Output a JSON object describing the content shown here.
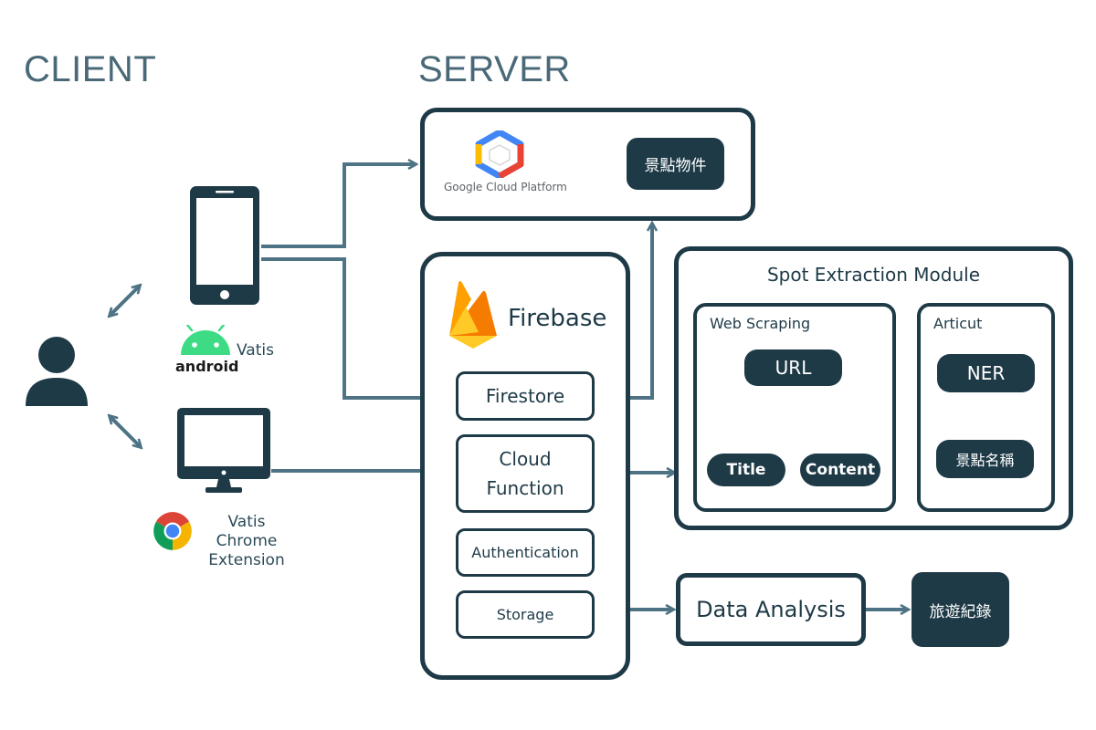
{
  "headers": {
    "client": "CLIENT",
    "server": "SERVER"
  },
  "client": {
    "android_app_label": "Vatis",
    "android_logo_text": "android",
    "chrome_extension_label": "Vatis Chrome\nExtension"
  },
  "gcp": {
    "logo_text": "Google Cloud Platform",
    "output_label": "景點物件"
  },
  "firebase": {
    "title": "Firebase",
    "services": [
      "Firestore",
      "Cloud\nFunction",
      "Authentication",
      "Storage"
    ]
  },
  "spot_module": {
    "title": "Spot Extraction Module",
    "web_scraping": {
      "title": "Web Scraping",
      "url": "URL",
      "outputs": [
        "Title",
        "Content"
      ]
    },
    "articut": {
      "title": "Articut",
      "ner": "NER",
      "output": "景點名稱"
    }
  },
  "data_analysis": {
    "label": "Data Analysis",
    "output": "旅遊紀錄"
  },
  "colors": {
    "dark": "#1e3a47",
    "arrow": "#4e7384",
    "android_green": "#3ddc84",
    "firebase_yellow": "#ffca28",
    "firebase_orange": "#f57c00"
  }
}
